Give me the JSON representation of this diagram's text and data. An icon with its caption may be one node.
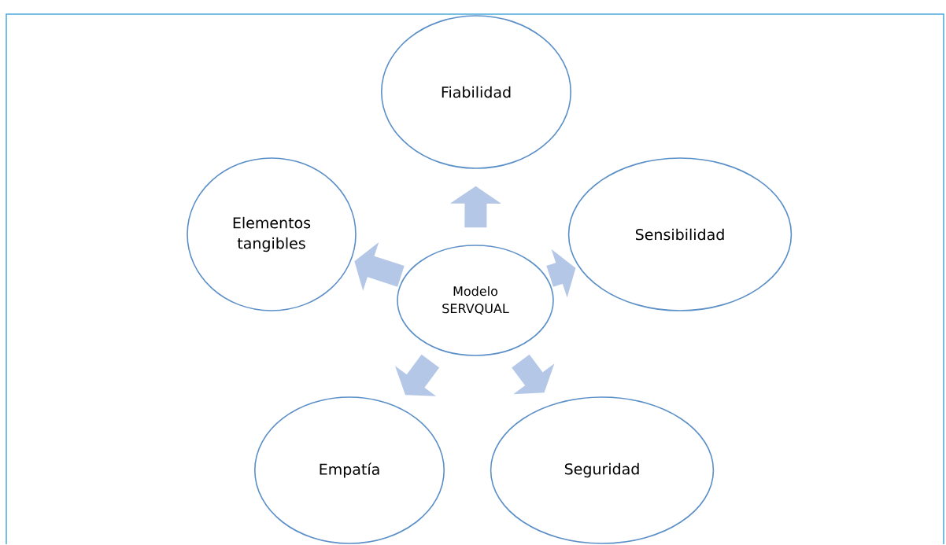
{
  "diagram": {
    "nodes": [
      {
        "text": [
          "Fiabilidad"
        ]
      },
      {
        "text": [
          "Elementos tangibles"
        ]
      },
      {
        "text": [
          "Sensibilidad"
        ]
      },
      {
        "text": [
          "Modelo SERVQUAL"
        ]
      },
      {
        "text": [
          "Empatía"
        ]
      },
      {
        "text": [
          "Seguridad"
        ]
      }
    ],
    "edges": [
      {
        "from": 3,
        "to": 0,
        "arrow": "to"
      },
      {
        "from": 3,
        "to": 2,
        "arrow": "to"
      },
      {
        "from": 3,
        "to": 5,
        "arrow": "to"
      },
      {
        "from": 3,
        "to": 4,
        "arrow": "to"
      },
      {
        "from": 3,
        "to": 1,
        "arrow": "to"
      }
    ]
  }
}
